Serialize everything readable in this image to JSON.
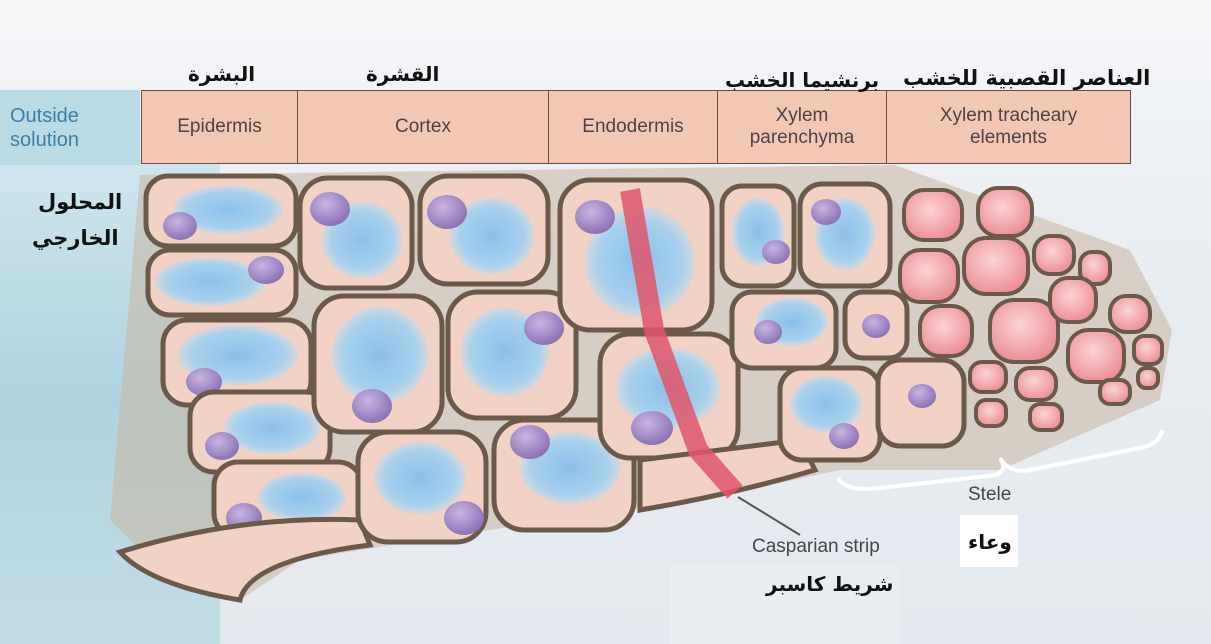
{
  "header": {
    "outside_solution": "Outside\nsolution",
    "cells": [
      {
        "label": "Epidermis"
      },
      {
        "label": "Cortex"
      },
      {
        "label": "Endodermis"
      },
      {
        "label": "Xylem\nparenchyma"
      },
      {
        "label": "Xylem tracheary\nelements"
      }
    ]
  },
  "arabic": {
    "epidermis": "البشرة",
    "cortex": "القشرة",
    "xylem_parenchyma": "برنشيما الخشب",
    "tracheary": "العناصر القصبية للخشب",
    "outside_line1": "المحلول",
    "outside_line2": "الخارجي",
    "vessel": "وعاء",
    "casparian": "شريط كاسبر"
  },
  "labels": {
    "stele": "Stele",
    "casparian_strip": "Casparian strip"
  },
  "colors": {
    "cell_fill": "#f1d2c4",
    "cell_wall": "#6b5a4a",
    "vacuole": "#8fc2e6",
    "nucleus": "#a48cc8",
    "casparian": "#e0566a",
    "tracheary": "#f0a3a8"
  }
}
